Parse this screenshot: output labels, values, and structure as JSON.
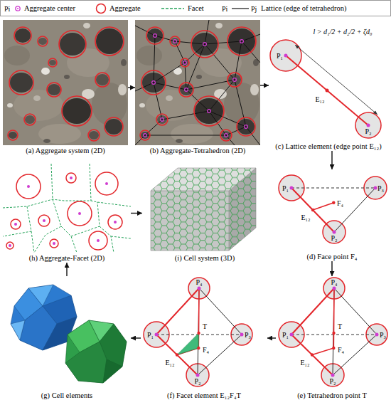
{
  "diagram": {
    "nodes": [
      {
        "text": [
          "(a) Aggregate system (2D)"
        ]
      },
      {
        "text": [
          "(b) Aggregate-Tetrahedron (2D)"
        ]
      },
      {
        "text": [
          "(c) Lattice element (edge point E₁₂)"
        ]
      },
      {
        "text": [
          "(d) Face point F₄"
        ]
      },
      {
        "text": [
          "(e) Tetrahedron point T"
        ]
      },
      {
        "text": [
          "(f) Facet element E₁₂F₄T"
        ]
      },
      {
        "text": [
          "(g) Cell elements"
        ]
      },
      {
        "text": [
          "(h) Aggregate-Facet (2D)"
        ]
      },
      {
        "text": [
          "(i) Cell system (3D)"
        ]
      }
    ],
    "edges": [
      {
        "from": 0,
        "to": 1,
        "arrow": "to"
      },
      {
        "from": 1,
        "to": 2,
        "arrow": "to"
      },
      {
        "from": 2,
        "to": 3,
        "arrow": "to"
      },
      {
        "from": 3,
        "to": 4,
        "arrow": "to"
      },
      {
        "from": 4,
        "to": 5,
        "arrow": "to"
      },
      {
        "from": 5,
        "to": 6,
        "arrow": "to"
      },
      {
        "from": 6,
        "to": 7,
        "arrow": "to"
      },
      {
        "from": 7,
        "to": 8,
        "arrow": "to"
      }
    ],
    "labels": [
      "Pi",
      "Pi",
      "Pj",
      "P₁",
      "P₂",
      "E₁₂",
      "l > d₁/2 + d₂/2 + ζd₀",
      "P₁",
      "P₃",
      "P₂",
      "E₁₂",
      "F₄",
      "P₄",
      "P₁",
      "P₃",
      "P₂",
      "T",
      "F₄",
      "E₁₂",
      "P₄",
      "P₁",
      "P₃",
      "P₂",
      "T",
      "F₄",
      "E₁₂"
    ],
    "legend": [
      {
        "text": "Aggregate center"
      },
      {
        "text": "Aggregate"
      },
      {
        "text": "Facet"
      },
      {
        "text": "Lattice (edge of tetrahedron)"
      }
    ]
  }
}
